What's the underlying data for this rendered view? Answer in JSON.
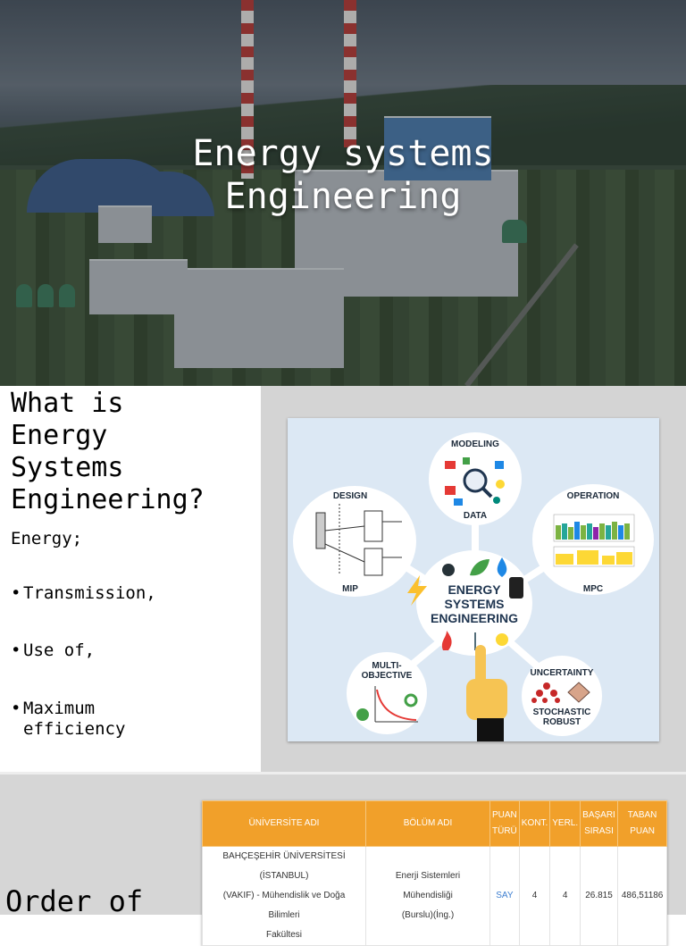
{
  "slide1": {
    "title": "Energy systems\nEngineering"
  },
  "slide2": {
    "heading": "What is\nEnergy\nSystems\nEngineering?",
    "lead": "Energy;",
    "bullets": [
      "Transmission,",
      "Use of,",
      "Maximum\nefficiency"
    ],
    "diagram": {
      "modeling": "MODELING",
      "data": "DATA",
      "design": "DESIGN",
      "mip": "MIP",
      "operation": "OPERATION",
      "mpc": "MPC",
      "center": "ENERGY\nSYSTEMS\nENGINEERING",
      "multi_objective": "MULTI-\nOBJECTIVE",
      "uncertainty": "UNCERTAINTY",
      "stochastic": "STOCHASTIC\nROBUST"
    }
  },
  "slide3": {
    "heading": "Order of",
    "table": {
      "headers": [
        "ÜNİVERSİTE ADI",
        "BÖLÜM ADI",
        "PUAN\nTÜRÜ",
        "KONT.",
        "YERL.",
        "BAŞARI\nSIRASI",
        "TABAN\nPUAN"
      ],
      "row": [
        "BAHÇEŞEHİR ÜNİVERSİTESİ (İSTANBUL)\n(VAKIF) - Mühendislik ve Doğa Bilimleri\nFakültesi",
        "Enerji Sistemleri Mühendisliği\n(Burslu)(İng.)",
        "SAY",
        "4",
        "4",
        "26.815",
        "486,51186"
      ]
    }
  },
  "colors": {
    "table_header": "#f1a02a",
    "diagram_bg": "#dce8f4",
    "panel_gray": "#d4d4d4"
  }
}
